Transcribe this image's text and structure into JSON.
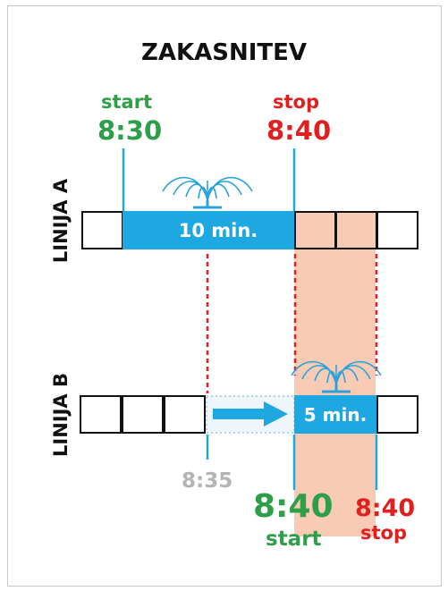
{
  "title": "ZAKASNITEV",
  "line_a": {
    "label": "LINIJA A",
    "start_word": "start",
    "start_time": "8:30",
    "stop_word": "stop",
    "stop_time": "8:40",
    "bar_label": "10 min."
  },
  "line_b": {
    "label": "LINIJA B",
    "planned_time": "8:35",
    "start_time": "8:40",
    "start_word": "start",
    "stop_time": "8:40",
    "stop_word": "stop",
    "bar_label": "5 min."
  },
  "colors": {
    "bar": "#1ea8e1",
    "sprinkler": "#2aa3d9",
    "overlap": "#f9cbb4",
    "dashed_red": "#e02020",
    "start_green": "#2e9e48",
    "stop_red": "#e02020",
    "delayed_grey": "#b4b4b4"
  }
}
